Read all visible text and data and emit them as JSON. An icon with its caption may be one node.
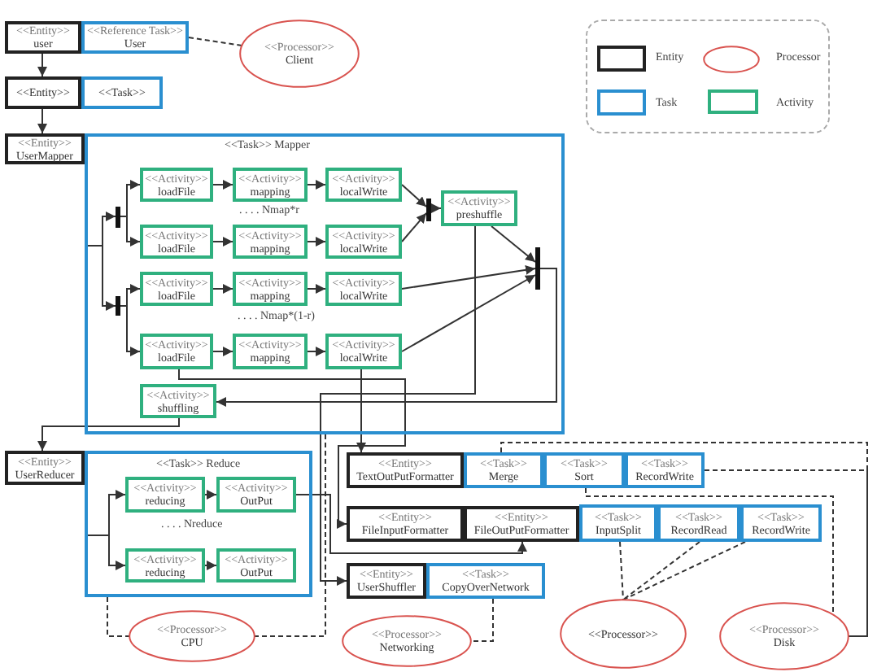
{
  "diagram": {
    "nodes": [
      {
        "text": [
          "<<Entity>>",
          "user"
        ]
      },
      {
        "text": [
          "<<Reference Task>>",
          "User"
        ]
      },
      {
        "text": [
          "<<Processor>>",
          "Client"
        ]
      },
      {
        "text": [
          "<<Entity>>"
        ]
      },
      {
        "text": [
          "<<Task>>"
        ]
      },
      {
        "text": [
          "<<Entity>>",
          "UserMapper"
        ]
      },
      {
        "text": [
          "<<Task>> Mapper"
        ]
      },
      {
        "text": [],
        "shape": "bar",
        "in": 6
      },
      {
        "text": [],
        "shape": "bar",
        "in": 6
      },
      {
        "text": [
          "<<Activity>>",
          "loadFile"
        ],
        "in": 6
      },
      {
        "text": [
          "<<Activity>>",
          "mapping"
        ],
        "in": 6
      },
      {
        "text": [
          "<<Activity>>",
          "localWrite"
        ],
        "in": 6
      },
      {
        "text": [
          "<<Activity>>",
          "preshuffle"
        ],
        "in": 6
      },
      {
        "text": [],
        "shape": "bar",
        "in": 6
      },
      {
        "text": [
          "<<Activity>>",
          "loadFile"
        ],
        "in": 6
      },
      {
        "text": [
          "<<Activity>>",
          "mapping"
        ],
        "in": 6
      },
      {
        "text": [
          "<<Activity>>",
          "localWrite"
        ],
        "in": 6
      },
      {
        "text": [],
        "shape": "bar",
        "in": 6
      },
      {
        "text": [
          "<<Activity>>",
          "loadFile"
        ],
        "in": 6
      },
      {
        "text": [
          "<<Activity>>",
          "mapping"
        ],
        "in": 6
      },
      {
        "text": [
          "<<Activity>>",
          "localWrite"
        ],
        "in": 6
      },
      {
        "text": [
          "<<Activity>>",
          "loadFile"
        ],
        "in": 6
      },
      {
        "text": [
          "<<Activity>>",
          "mapping"
        ],
        "in": 6
      },
      {
        "text": [
          "<<Activity>>",
          "localWrite"
        ],
        "in": 6
      },
      {
        "text": [
          "<<Activity>>",
          "shuffling"
        ],
        "in": 6
      },
      {
        "text": [
          "<<Entity>>",
          "UserReducer"
        ]
      },
      {
        "text": [
          "<<Task>> Reduce"
        ]
      },
      {
        "text": [
          "<<Activity>>",
          "reducing"
        ],
        "in": 26
      },
      {
        "text": [
          "<<Activity>>",
          "OutPut"
        ],
        "in": 26
      },
      {
        "text": [
          "<<Activity>>",
          "reducing"
        ],
        "in": 26
      },
      {
        "text": [
          "<<Activity>>",
          "OutPut"
        ],
        "in": 26
      },
      {
        "text": [
          "<<Entity>>",
          "TextOutPutFormatter"
        ]
      },
      {
        "text": [
          "<<Task>>",
          "Merge"
        ]
      },
      {
        "text": [
          "<<Task>>",
          "Sort"
        ]
      },
      {
        "text": [
          "<<Task>>",
          "RecordWrite"
        ]
      },
      {
        "text": [
          "<<Entity>>",
          "FileInputFormatter"
        ]
      },
      {
        "text": [
          "<<Entity>>",
          "FileOutPutFormatter"
        ]
      },
      {
        "text": [
          "<<Task>>",
          "InputSplit"
        ]
      },
      {
        "text": [
          "<<Task>>",
          "RecordRead"
        ]
      },
      {
        "text": [
          "<<Task>>",
          "RecordWrite"
        ]
      },
      {
        "text": [
          "<<Entity>>",
          "UserShuffler"
        ]
      },
      {
        "text": [
          "<<Task>>",
          "CopyOverNetwork"
        ]
      },
      {
        "text": [
          "<<Processor>>",
          "CPU"
        ]
      },
      {
        "text": [
          "<<Processor>>",
          "Networking"
        ]
      },
      {
        "text": [
          "<<Processor>>"
        ]
      },
      {
        "text": [
          "<<Processor>>",
          "Disk"
        ]
      }
    ],
    "edges": [
      {
        "from": 0,
        "to": 3,
        "arrow": "to"
      },
      {
        "from": 3,
        "to": 5,
        "arrow": "to"
      },
      {
        "from": 1,
        "to": 2,
        "arrow": "none",
        "style": "dashed"
      },
      {
        "from": null,
        "to": 7,
        "arrow": "to"
      },
      {
        "from": null,
        "to": 8,
        "arrow": "to"
      },
      {
        "from": 7,
        "to": 9,
        "arrow": "to"
      },
      {
        "from": 7,
        "to": 14,
        "arrow": "to"
      },
      {
        "from": 8,
        "to": 18,
        "arrow": "to"
      },
      {
        "from": 8,
        "to": 21,
        "arrow": "to"
      },
      {
        "from": 9,
        "to": 10,
        "arrow": "to"
      },
      {
        "from": 10,
        "to": 11,
        "arrow": "to"
      },
      {
        "from": 14,
        "to": 15,
        "arrow": "to"
      },
      {
        "from": 15,
        "to": 16,
        "arrow": "to"
      },
      {
        "from": 18,
        "to": 19,
        "arrow": "to"
      },
      {
        "from": 19,
        "to": 20,
        "arrow": "to"
      },
      {
        "from": 21,
        "to": 22,
        "arrow": "to"
      },
      {
        "from": 22,
        "to": 23,
        "arrow": "to"
      },
      {
        "from": 11,
        "to": 13,
        "arrow": "to"
      },
      {
        "from": 16,
        "to": 13,
        "arrow": "to"
      },
      {
        "from": 13,
        "to": 12,
        "arrow": "to"
      },
      {
        "from": 12,
        "to": 17,
        "arrow": "to"
      },
      {
        "from": 20,
        "to": 17,
        "arrow": "to"
      },
      {
        "from": 23,
        "to": 17,
        "arrow": "to"
      },
      {
        "from": 17,
        "to": 24,
        "arrow": "to"
      },
      {
        "from": 12,
        "to": 40,
        "arrow": "to"
      },
      {
        "from": 21,
        "to": 35,
        "arrow": "to"
      },
      {
        "from": 23,
        "to": 31,
        "arrow": "to"
      },
      {
        "from": 24,
        "to": 25,
        "arrow": "to"
      },
      {
        "from": null,
        "to": 27,
        "arrow": "to"
      },
      {
        "from": null,
        "to": 29,
        "arrow": "to"
      },
      {
        "from": 27,
        "to": 28,
        "arrow": "to"
      },
      {
        "from": 29,
        "to": 30,
        "arrow": "to"
      },
      {
        "from": 28,
        "to": 36,
        "arrow": "to"
      },
      {
        "from": 6,
        "to": 42,
        "arrow": "none",
        "style": "dashed"
      },
      {
        "from": 26,
        "to": 42,
        "arrow": "none",
        "style": "dashed"
      },
      {
        "from": 41,
        "to": 43,
        "arrow": "none",
        "style": "dashed"
      },
      {
        "from": 37,
        "to": 44,
        "arrow": "none",
        "style": "dashed"
      },
      {
        "from": 38,
        "to": 44,
        "arrow": "none",
        "style": "dashed"
      },
      {
        "from": 39,
        "to": 44,
        "arrow": "none",
        "style": "dashed"
      },
      {
        "from": 32,
        "to": 45,
        "arrow": "none",
        "style": "dashed"
      },
      {
        "from": 33,
        "to": 45,
        "arrow": "none",
        "style": "dashed"
      },
      {
        "from": 34,
        "to": 45,
        "arrow": "none",
        "style": "dashed"
      }
    ],
    "labels": [
      ". . . . Nmap*r",
      ". . . . Nmap*(1-r)",
      ". . . . Nreduce"
    ],
    "legend": [
      {
        "text": "Entity"
      },
      {
        "text": "Processor"
      },
      {
        "text": "Task"
      },
      {
        "text": "Activity"
      }
    ]
  }
}
